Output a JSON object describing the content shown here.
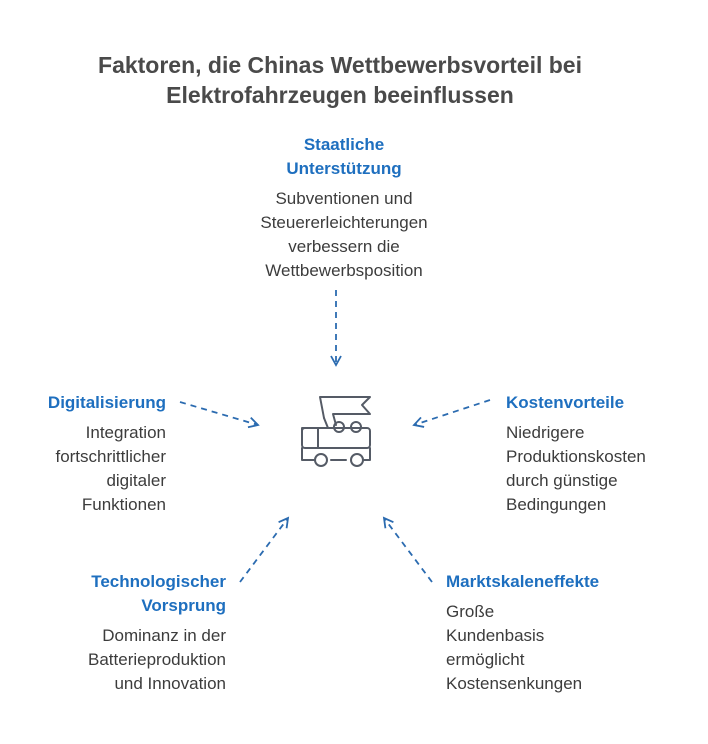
{
  "title": {
    "line1": "Faktoren, die Chinas Wettbewerbsvorteil bei",
    "line2": "Elektrofahrzeugen beeinflussen"
  },
  "center_icon": "truck-icon",
  "accent_color": "#1e6fbf",
  "factors": {
    "top": {
      "heading1": "Staatliche",
      "heading2": "Unterstützung",
      "desc1": "Subventionen und",
      "desc2": "Steuererleichterungen",
      "desc3": "verbessern die",
      "desc4": "Wettbewerbsposition"
    },
    "left": {
      "heading1": "Digitalisierung",
      "desc1": "Integration",
      "desc2": "fortschrittlicher",
      "desc3": "digitaler",
      "desc4": "Funktionen"
    },
    "right": {
      "heading1": "Kostenvorteile",
      "desc1": "Niedrigere",
      "desc2": "Produktionskosten",
      "desc3": "durch günstige",
      "desc4": "Bedingungen"
    },
    "bottom_left": {
      "heading1": "Technologischer",
      "heading2": "Vorsprung",
      "desc1": "Dominanz in der",
      "desc2": "Batterieproduktion",
      "desc3": "und Innovation"
    },
    "bottom_right": {
      "heading1": "Marktskaleneffekte",
      "desc1": "Große",
      "desc2": "Kundenbasis",
      "desc3": "ermöglicht",
      "desc4": "Kostensenkungen"
    }
  }
}
